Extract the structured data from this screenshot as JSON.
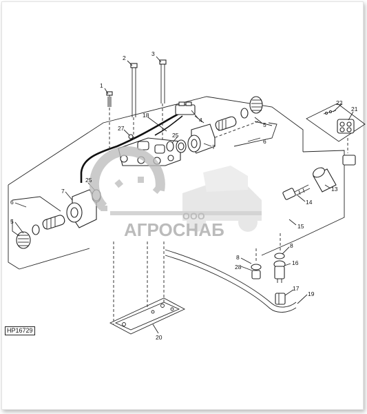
{
  "figure_id": "HP16729",
  "watermark": {
    "line1": "ООО",
    "line2": "АГРОСНАБ"
  },
  "callouts": [
    "1",
    "2",
    "3",
    "4",
    "5",
    "6",
    "7",
    "8",
    "13",
    "14",
    "15",
    "16",
    "17",
    "18",
    "19",
    "20",
    "21",
    "22",
    "25",
    "27",
    "28"
  ],
  "colors": {
    "line": "#222222",
    "watermark": "#a9a9a9",
    "background": "#ffffff"
  }
}
